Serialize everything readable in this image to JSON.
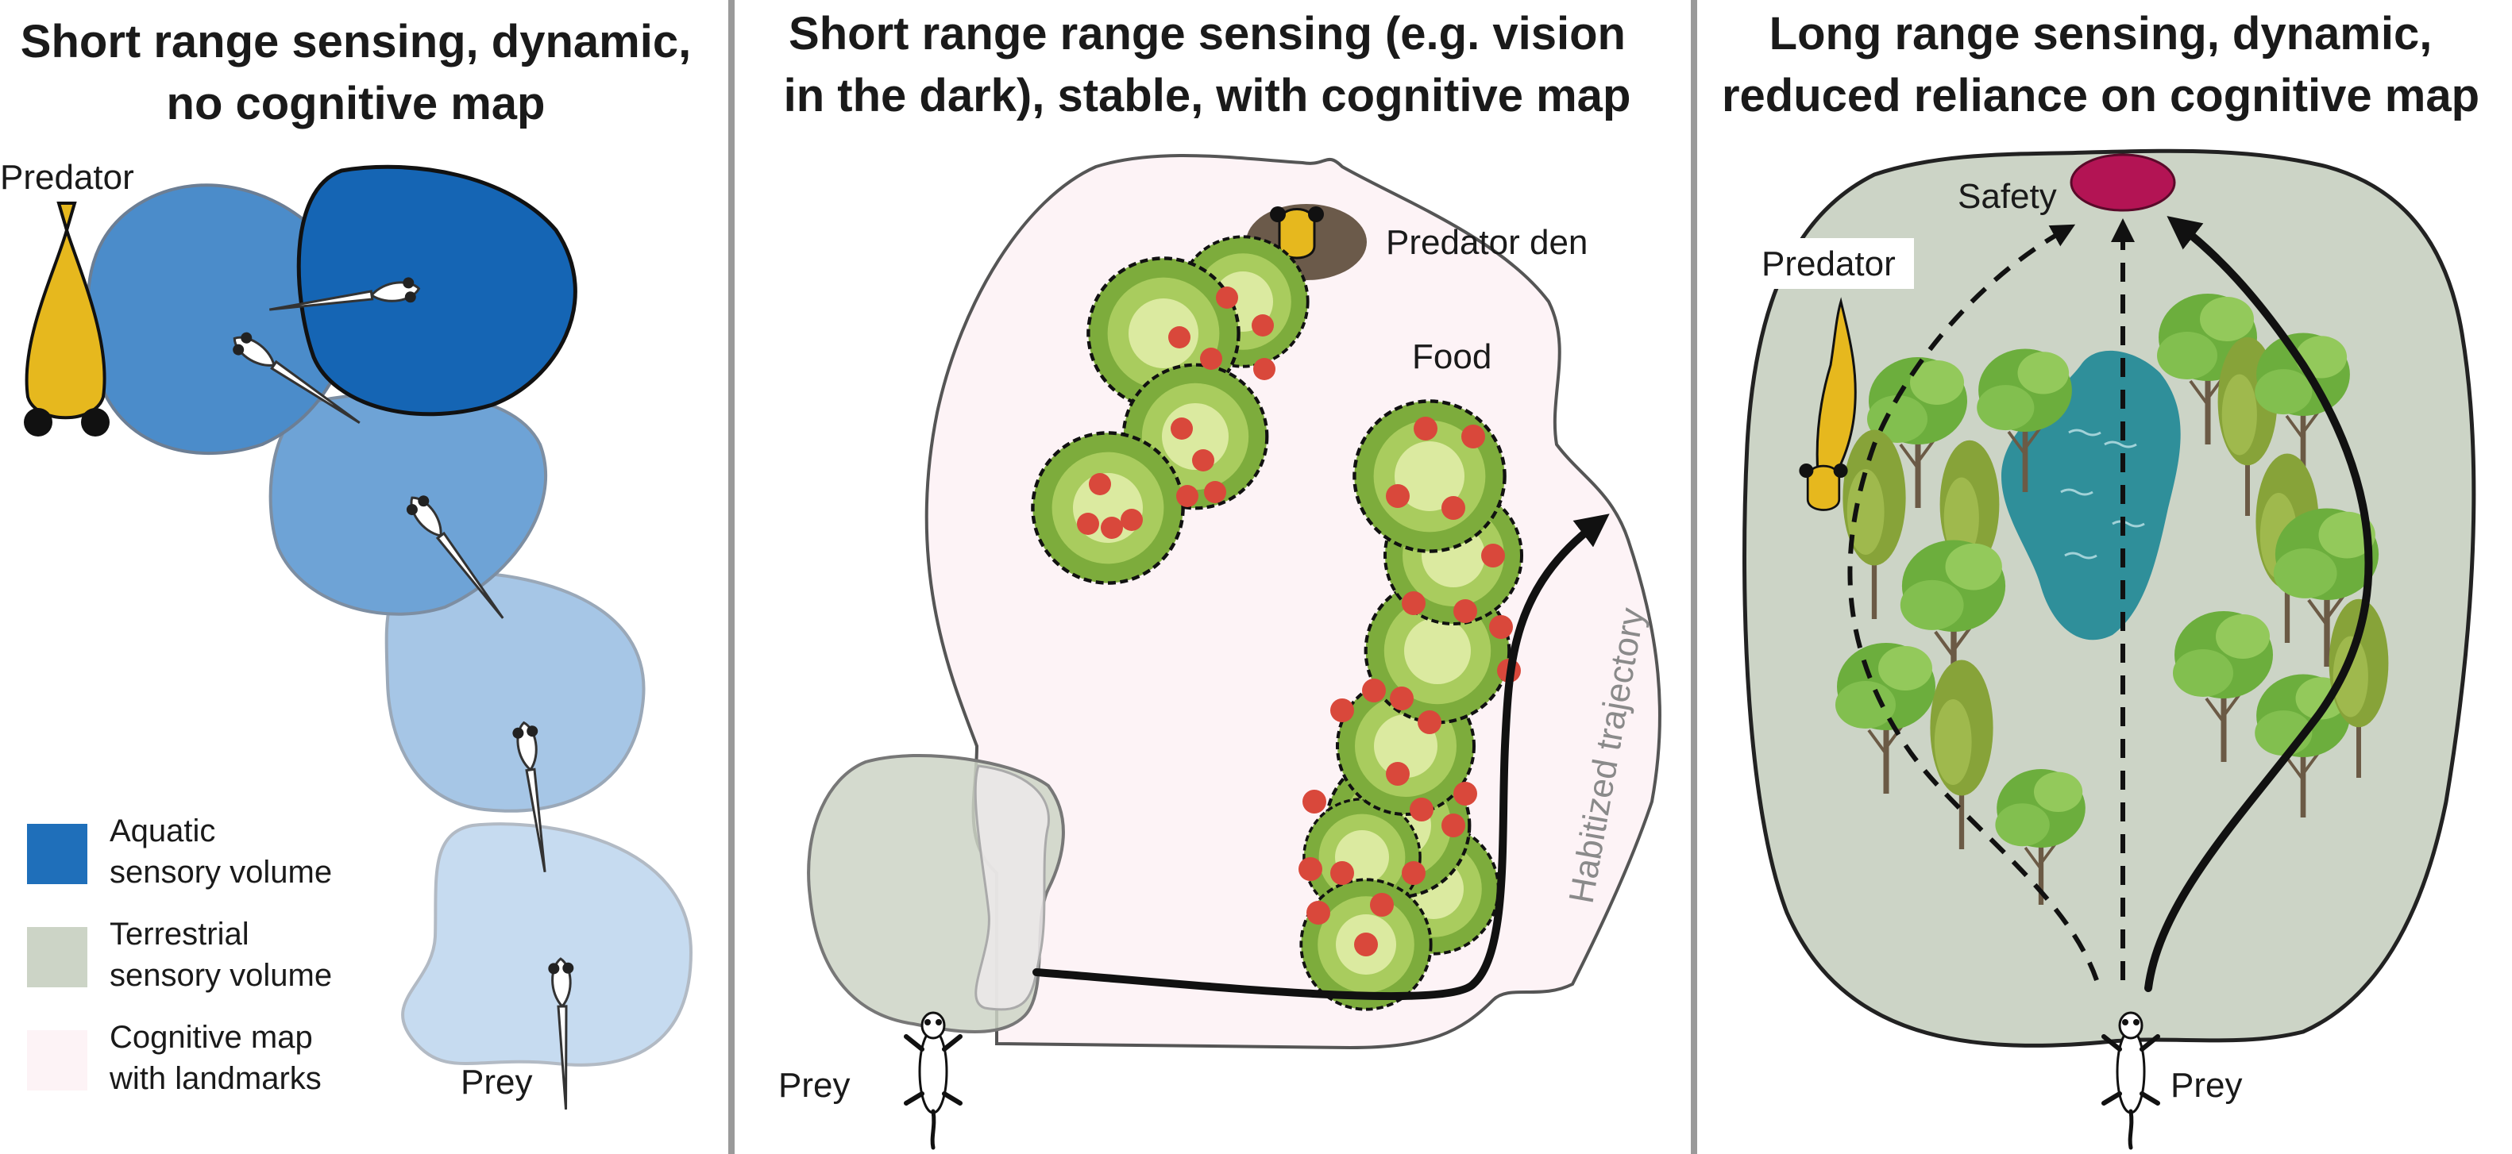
{
  "panels": [
    {
      "title_lines": [
        "Short range sensing, dynamic,",
        "no cognitive map"
      ],
      "labels": {
        "predator": "Predator",
        "prey": "Prey"
      }
    },
    {
      "title_lines": [
        "Short range range sensing (e.g. vision",
        "in the dark), stable, with cognitive map"
      ],
      "labels": {
        "predator_den": "Predator den",
        "food": "Food",
        "trajectory": "Habitized trajectory",
        "prey": "Prey"
      }
    },
    {
      "title_lines": [
        "Long range sensing, dynamic,",
        "reduced reliance on cognitive map"
      ],
      "labels": {
        "safety": "Safety",
        "predator": "Predator",
        "prey": "Prey"
      }
    }
  ],
  "legend": [
    {
      "lines": [
        "Aquatic",
        "sensory volume"
      ],
      "color": "#1f6fba"
    },
    {
      "lines": [
        "Terrestrial",
        "sensory volume"
      ],
      "color": "#ccd4c6"
    },
    {
      "lines": [
        "Cognitive map",
        "with landmarks"
      ],
      "color": "#fdf3f6"
    }
  ],
  "colors": {
    "aquatic_steps": [
      "#1565b4",
      "#4b8cca",
      "#6ea3d6",
      "#a6c6e6",
      "#c6dbf0"
    ],
    "terrestrial": "#ccd4c6",
    "cognitive_map": "#fdf3f6",
    "predator_yellow": "#e6b81e",
    "safety": "#b31454",
    "pond": "#2f8f9a",
    "berry": "#d9483b",
    "bush_light": "#dbeaa0",
    "bush_dark": "#7dac3c",
    "tree": "#6cae3d",
    "divider": "#9a9a9a"
  }
}
